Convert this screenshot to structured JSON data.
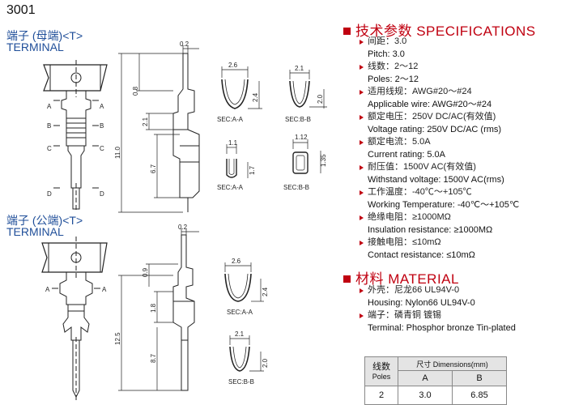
{
  "model": "3001",
  "female": {
    "title_cn": "端子 (母端)<T>",
    "title_en": "TERMINAL"
  },
  "male": {
    "title_cn": "端子 (公端)<T>",
    "title_en": "TERMINAL"
  },
  "drawing": {
    "female_dims": {
      "top": "0.2",
      "d1": "0.8",
      "d2": "2.1",
      "d3": "6.7",
      "overall": "11.0"
    },
    "male_dims": {
      "top": "0.2",
      "d1": "0.9",
      "d2": "1.8",
      "d3": "8.7",
      "overall": "12.5"
    },
    "cut_labels": {
      "a": "A",
      "b": "B",
      "c": "C",
      "d": "D"
    },
    "female_sections": [
      {
        "name": "SEC:A-A",
        "w": "2.6",
        "h": "2.4"
      },
      {
        "name": "SEC:B-B",
        "w": "2.1",
        "h": "2.0"
      },
      {
        "name": "SEC:A-A",
        "w": "1.1",
        "h": "1.7"
      },
      {
        "name": "SEC:B-B",
        "w": "1.12",
        "h": "1.35"
      }
    ],
    "male_sections": [
      {
        "name": "SEC:A-A",
        "w": "2.6",
        "h": "2.4"
      },
      {
        "name": "SEC:B-B",
        "w": "2.1",
        "h": "2.0"
      }
    ]
  },
  "specs": {
    "title": "技术参数 SPECIFICATIONS",
    "items": [
      {
        "cn": "间距：3.0",
        "en": "Pitch: 3.0"
      },
      {
        "cn": "线数：2～12",
        "en": "Poles: 2～12"
      },
      {
        "cn": "适用线规：AWG#20～#24",
        "en": "Applicable wire: AWG#20～#24"
      },
      {
        "cn": "额定电压：250V DC/AC(有效值)",
        "en": "Voltage rating: 250V DC/AC (rms)"
      },
      {
        "cn": "额定电流：5.0A",
        "en": "Current rating: 5.0A"
      },
      {
        "cn": "耐压值：1500V AC(有效值)",
        "en": "Withstand voltage: 1500V AC(rms)"
      },
      {
        "cn": "工作温度：-40℃～+105℃",
        "en": "Working Temperature: -40℃～+105℃"
      },
      {
        "cn": "绝缘电阻：≥1000MΩ",
        "en": "Insulation resistance: ≥1000MΩ"
      },
      {
        "cn": "接触电阻：≤10mΩ",
        "en": "Contact resistance: ≤10mΩ"
      }
    ]
  },
  "material": {
    "title": "材料 MATERIAL",
    "items": [
      {
        "cn": "外壳：尼龙66    UL94V-0",
        "en": "Housing: Nylon66    UL94V-0"
      },
      {
        "cn": "端子：磷青铜  镀锡",
        "en": "Terminal: Phosphor bronze  Tin-plated"
      }
    ]
  },
  "dimensions_table": {
    "poles_cn": "线数",
    "poles_en": "Poles",
    "dim_header": "尺寸 Dimensions(mm)",
    "col_a": "A",
    "col_b": "B",
    "rows": [
      {
        "poles": "2",
        "a": "3.0",
        "b": "6.85"
      }
    ]
  },
  "colors": {
    "accent": "#c00010",
    "terminal_label": "#1f4e99"
  }
}
